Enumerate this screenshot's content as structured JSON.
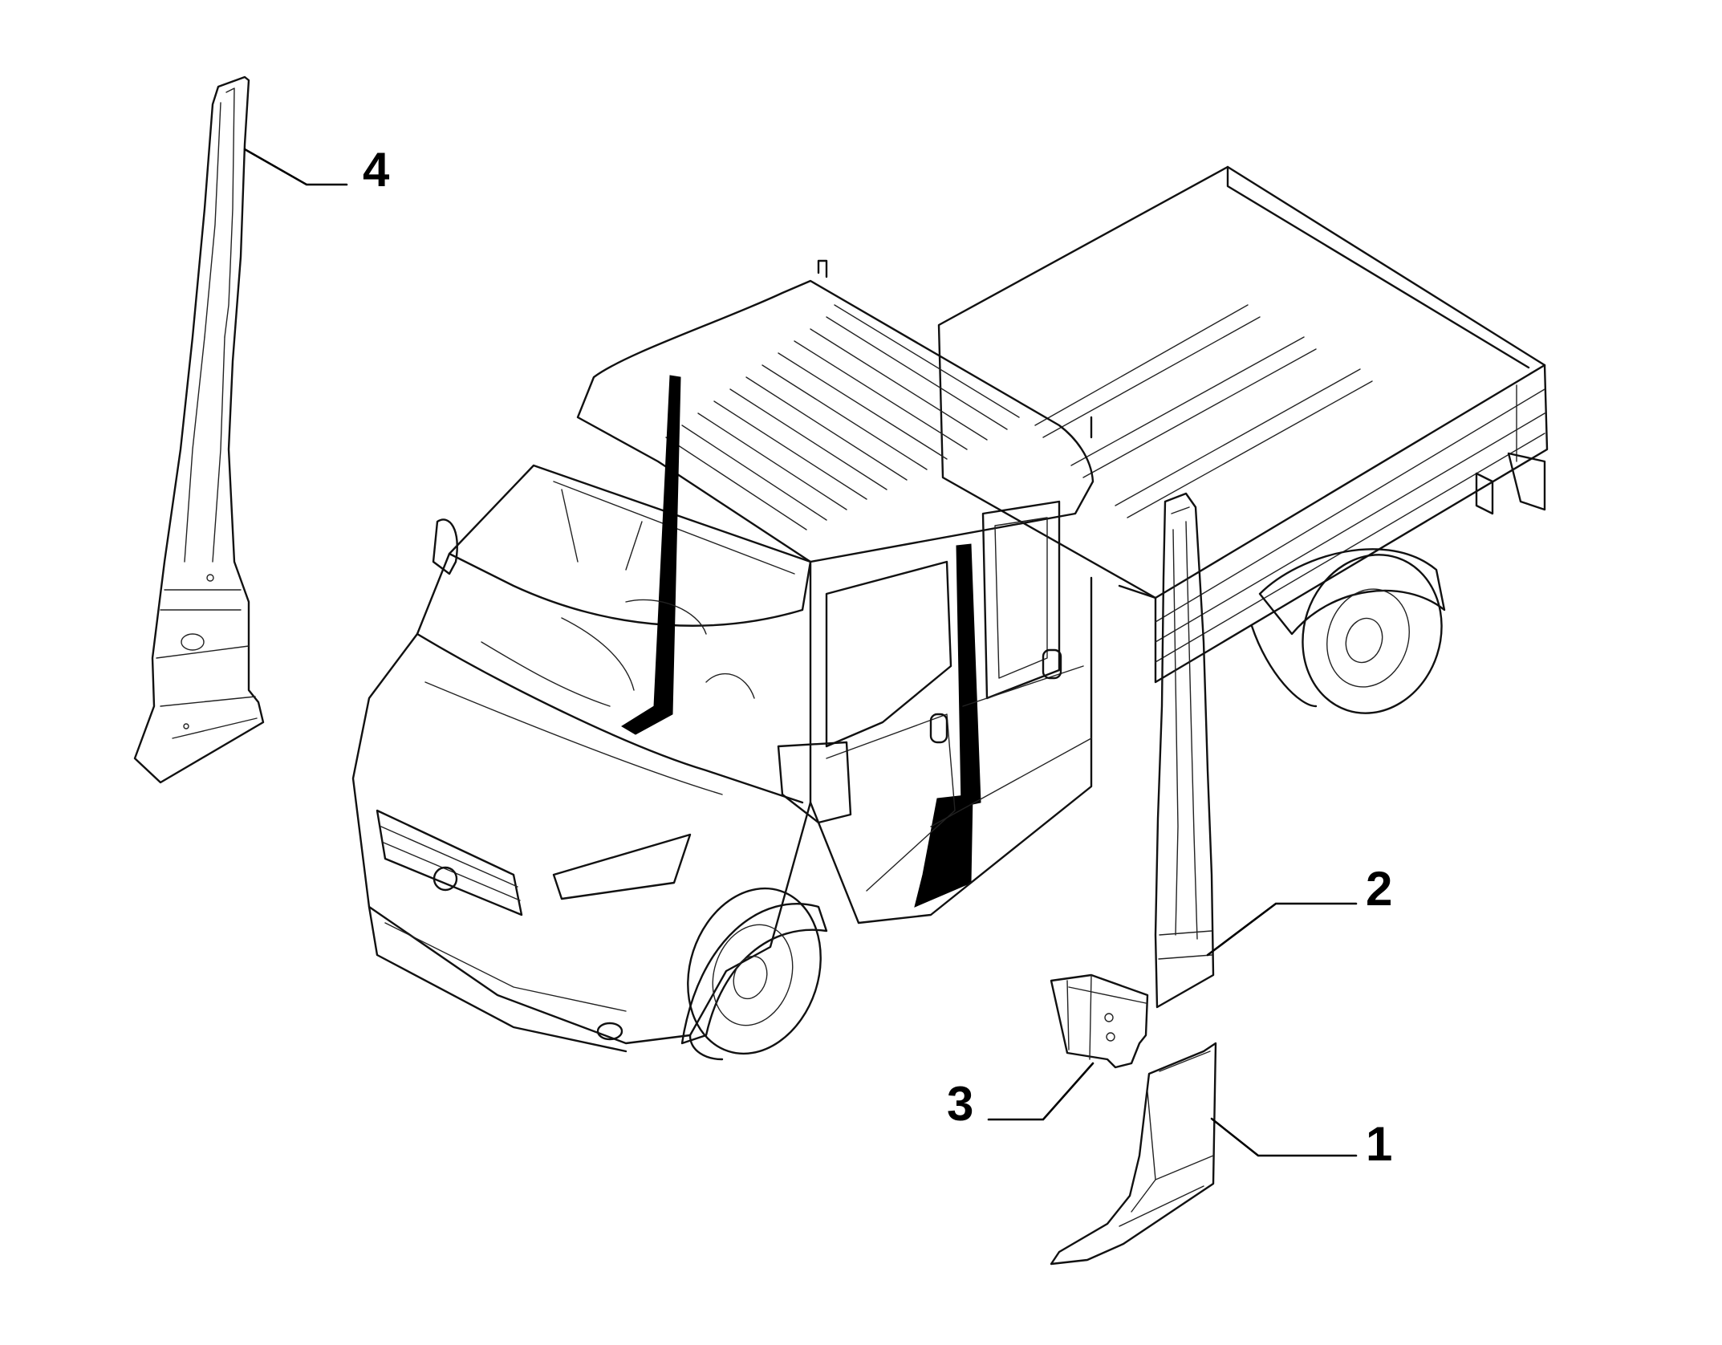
{
  "callouts": [
    {
      "id": "4",
      "label": "4",
      "part": "a-pillar-trim"
    },
    {
      "id": "2",
      "label": "2",
      "part": "b-pillar-trim"
    },
    {
      "id": "3",
      "label": "3",
      "part": "bracket-plate"
    },
    {
      "id": "1",
      "label": "1",
      "part": "lower-pillar-trim"
    }
  ],
  "colors": {
    "line": "#111111",
    "highlight": "#000000",
    "background": "#ffffff"
  }
}
